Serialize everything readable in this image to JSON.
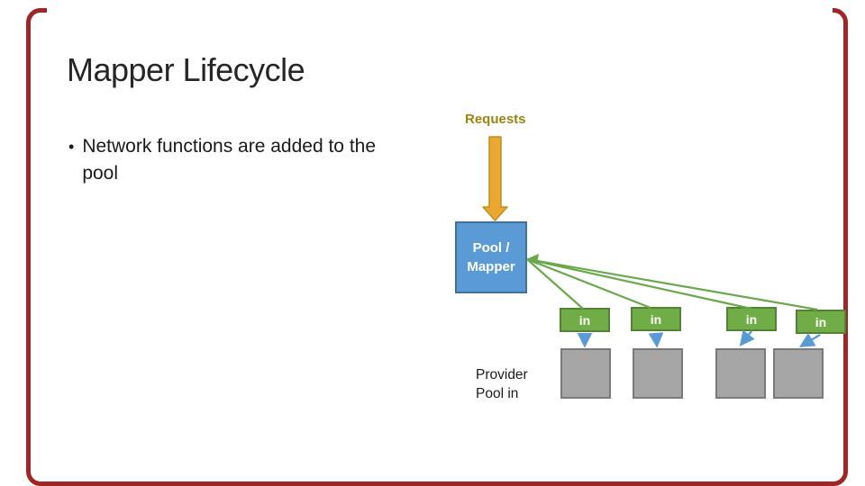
{
  "slide": {
    "title": "Mapper Lifecycle",
    "bullet_glyph": "•",
    "bullet_text": "Network functions are added to the pool"
  },
  "diagram": {
    "requests_label": "Requests",
    "pool_box": {
      "line1": "Pool /",
      "line2": "Mapper"
    },
    "in_boxes": [
      {
        "label": "in"
      },
      {
        "label": "in"
      },
      {
        "label": "in"
      },
      {
        "label": "in"
      }
    ],
    "provider_label": {
      "line1": "Provider",
      "line2": "Pool in"
    }
  },
  "colors": {
    "frame_red": "#9E2626",
    "title_text": "#262626",
    "body_text": "#1A1A1A",
    "requests_text": "#9C8412",
    "gold_fill": "#EBA72F",
    "gold_border": "#BD8D1E",
    "blue_fill": "#5B9BD5",
    "blue_border": "#41719C",
    "green_fill": "#70AD47",
    "green_border": "#538135",
    "green_line": "#6AA84C",
    "gray_fill": "#A6A6A6",
    "gray_border": "#7A7A7A"
  }
}
